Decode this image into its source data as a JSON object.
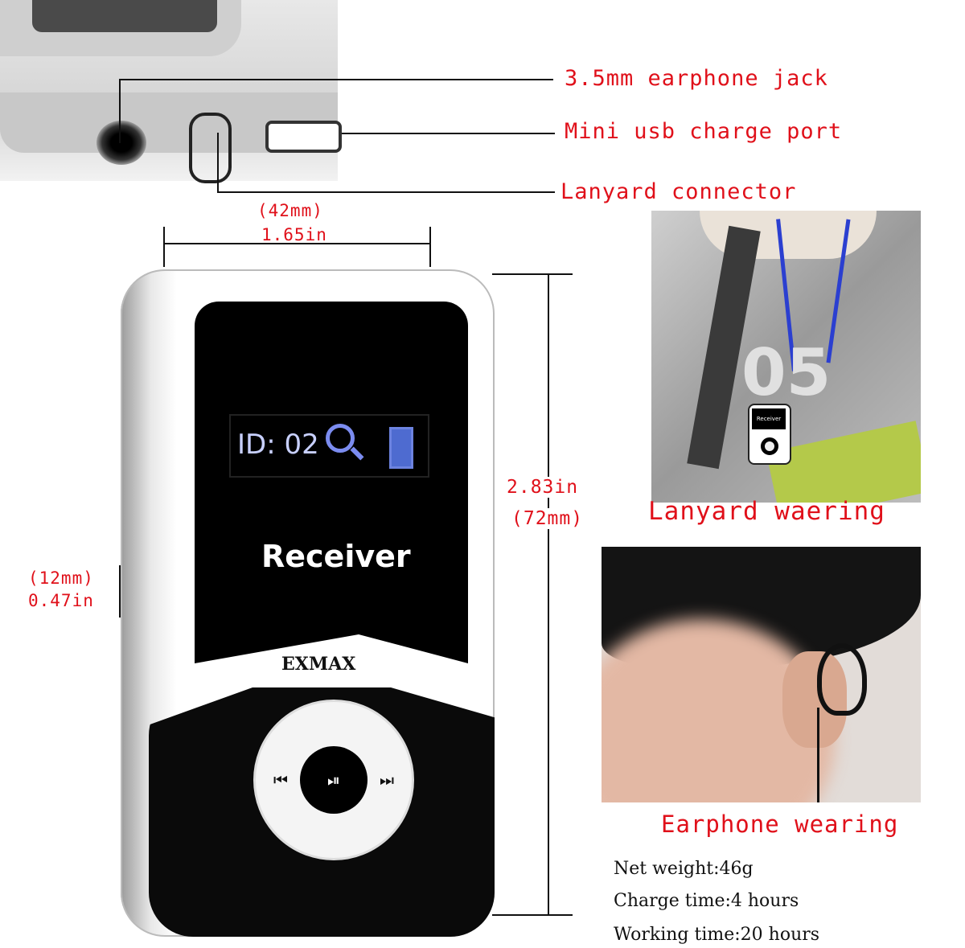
{
  "callouts": {
    "earphone_jack": "3.5mm earphone jack",
    "usb_port": "Mini usb charge port",
    "lanyard_connector": "Lanyard connector"
  },
  "dimensions": {
    "width_mm": "(42mm)",
    "width_in": "1.65in",
    "height_in": "2.83in",
    "height_mm": "(72mm)",
    "depth_mm": "(12mm)",
    "depth_in": "0.47in"
  },
  "device": {
    "screen_id": "ID: 02",
    "screen_label": "Receiver",
    "brand": "EXMAX",
    "controls": {
      "prev": "⏮",
      "play_pause": "⏯",
      "next": "⏭"
    }
  },
  "photos": {
    "lanyard_caption": "Lanyard waering",
    "earphone_caption": "Earphone wearing",
    "mini_device_label": "Receiver"
  },
  "specs": [
    "Net weight:46g",
    "Charge time:4 hours",
    "Working time:20 hours"
  ],
  "colors": {
    "callout": "#e0101a",
    "lanyard": "#2b3fd0"
  }
}
